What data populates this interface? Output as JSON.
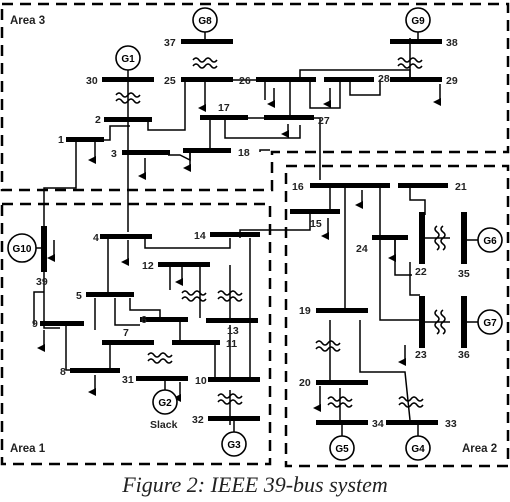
{
  "areas": [
    {
      "id": "area3",
      "label": "Area 3"
    },
    {
      "id": "area1",
      "label": "Area 1"
    },
    {
      "id": "area2",
      "label": "Area 2"
    }
  ],
  "buses": [
    "1",
    "2",
    "3",
    "4",
    "5",
    "6",
    "7",
    "8",
    "9",
    "10",
    "11",
    "12",
    "13",
    "14",
    "15",
    "16",
    "17",
    "18",
    "19",
    "20",
    "21",
    "22",
    "23",
    "24",
    "25",
    "26",
    "27",
    "28",
    "29",
    "30",
    "31",
    "32",
    "33",
    "34",
    "35",
    "36",
    "37",
    "38",
    "39"
  ],
  "generators": [
    "G1",
    "G2",
    "G3",
    "G4",
    "G5",
    "G6",
    "G7",
    "G8",
    "G9",
    "G10"
  ],
  "slack_label": "Slack",
  "caption": "Figure 2: IEEE 39-bus system"
}
